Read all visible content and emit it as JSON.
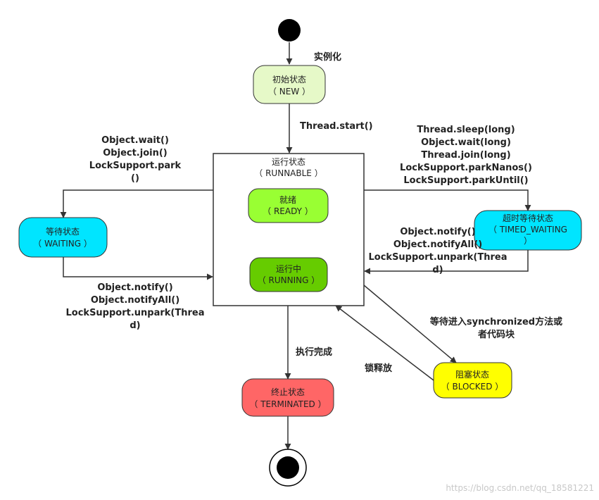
{
  "colors": {
    "new": "#e6f9c8",
    "runnable": "#ffffff",
    "ready": "#99ff33",
    "running": "#66cc00",
    "waiting": "#00e5ff",
    "timed_waiting": "#00e5ff",
    "blocked": "#ffff00",
    "terminated": "#ff6666",
    "line": "#333333"
  },
  "states": {
    "new": {
      "name": "初始状态",
      "code": "（ NEW ）"
    },
    "runnable": {
      "name": "运行状态",
      "code": "（ RUNNABLE ）"
    },
    "ready": {
      "name": "就绪",
      "code": "（ READY ）"
    },
    "running": {
      "name": "运行中",
      "code": "（ RUNNING ）"
    },
    "waiting": {
      "name": "等待状态",
      "code": "（ WAITING ）"
    },
    "timed_waiting": {
      "name": "超时等待状态",
      "code_line1": "（ TIMED_WAITING",
      "code_line2": "）"
    },
    "blocked": {
      "name": "阻塞状态",
      "code": "（ BLOCKED ）"
    },
    "terminated": {
      "name": "终止状态",
      "code": "（ TERMINATED ）"
    }
  },
  "edges": {
    "start_to_new": "实例化",
    "new_to_runnable": "Thread.start()",
    "runnable_to_waiting": [
      "Object.wait()",
      "Object.join()",
      "LockSupport.park",
      "()"
    ],
    "waiting_to_runnable": [
      "Object.notify()",
      "Object.notifyAll()",
      "LockSupport.unpark(Threa",
      "d)"
    ],
    "runnable_to_timed": [
      "Thread.sleep(long)",
      "Object.wait(long)",
      "Thread.join(long)",
      "LockSupport.parkNanos()",
      "LockSupport.parkUntil()"
    ],
    "timed_to_runnable": [
      "Object.notify()",
      "Object.notifyAll()",
      "LockSupport.unpark(Threa",
      "d)"
    ],
    "runnable_to_blocked": [
      "等待进入synchronized方法或",
      "者代码块"
    ],
    "blocked_to_runnable": "锁释放",
    "runnable_to_terminated": "执行完成"
  },
  "watermark": "https://blog.csdn.net/qq_18581221"
}
